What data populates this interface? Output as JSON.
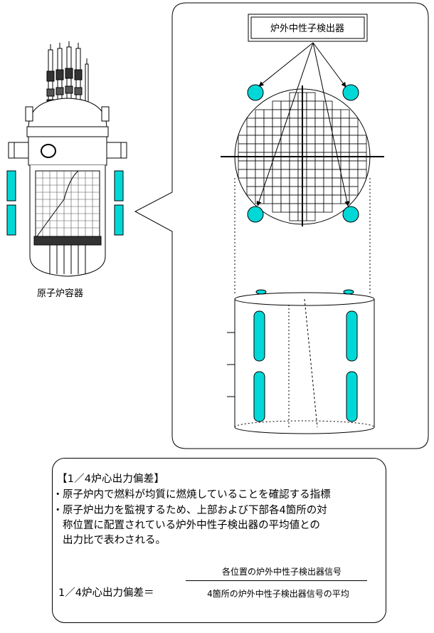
{
  "diagram": {
    "vessel_label": "原子炉容器",
    "detector_label": "炉外中性子検出器"
  },
  "info": {
    "title": "【1／4炉心出力偏差】",
    "bullet_mark": "・",
    "bullets": [
      [
        "原子炉内で燃料が均質に燃焼していることを確認する指標"
      ],
      [
        "原子炉出力を監視するため、上部および下部各4箇所の対",
        "称位置に配置されている炉外中性子検出器の平均値との",
        "出力比で表わされる。"
      ]
    ],
    "formula": {
      "lhs": "1／4炉心出力偏差＝",
      "numerator": "各位置の炉外中性子検出器信号",
      "denominator": "4箇所の炉外中性子検出器信号の平均"
    }
  },
  "colors": {
    "detector": "#00d8d8",
    "outline": "#000000"
  }
}
